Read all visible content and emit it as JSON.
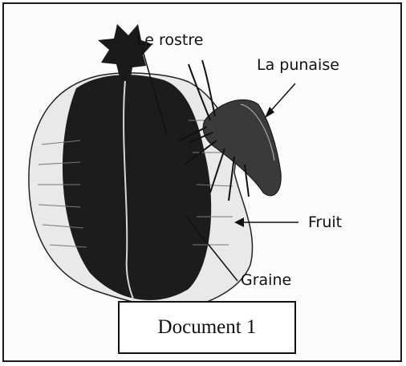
{
  "labels": {
    "rostre": "Le rostre",
    "punaise": "La punaise",
    "fruit": "Fruit",
    "graine": "Graine"
  },
  "caption": "Document 1"
}
